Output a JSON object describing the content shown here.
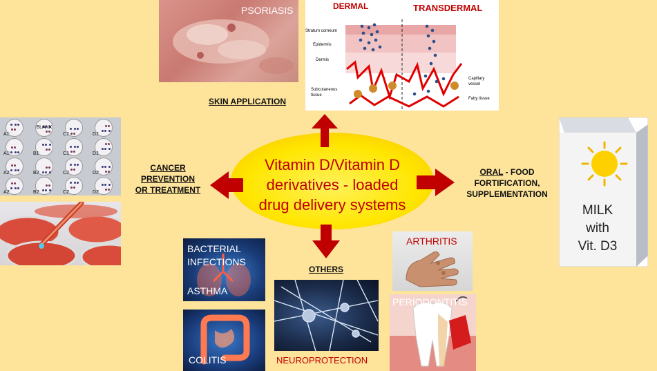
{
  "center": {
    "line1": "Vitamin D/Vitamin D",
    "line2": "derivatives - loaded",
    "line3": "drug delivery systems"
  },
  "skin": {
    "psoriasis": "PSORIASIS",
    "dermal": "DERMAL",
    "transdermal": "TRANSDERMAL",
    "layers": {
      "stratum": "Stratum corneum",
      "epidermis": "Epidermis",
      "dermis": "Dermis",
      "subcutaneous_1": "Subcutaneous",
      "subcutaneous_2": "tissue",
      "capillary_1": "Capillary",
      "capillary_2": "vessel",
      "fatty": "Fatty tissue"
    },
    "label": "SKIN APPLICATION"
  },
  "cancer": {
    "label_1": "CANCER",
    "label_2": "PREVENTION",
    "label_3": "OR TREATMENT",
    "wells": [
      "A1",
      "BLANK",
      "C1",
      "D1",
      "A1",
      "B1",
      "C1",
      "D1",
      "A2",
      "B2",
      "C2",
      "D2",
      "A2",
      "B2",
      "C2",
      "D2"
    ]
  },
  "oral": {
    "label_1_underlined": "ORAL",
    "label_1_rest": " - FOOD",
    "label_2": "FORTIFICATION,",
    "label_3": "SUPPLEMENTATION",
    "milk_1": "MILK",
    "milk_2": "with",
    "milk_3": "Vit. D3"
  },
  "others": {
    "label": "OTHERS",
    "bacterial_1": "BACTERIAL",
    "bacterial_2": "INFECTIONS",
    "asthma": "ASTHMA",
    "colitis": "COLITIS",
    "neuroprotection": "NEUROPROTECTION",
    "arthritis": "ARTHRITIS",
    "periodontitis": "PERIODONTITIS"
  }
}
